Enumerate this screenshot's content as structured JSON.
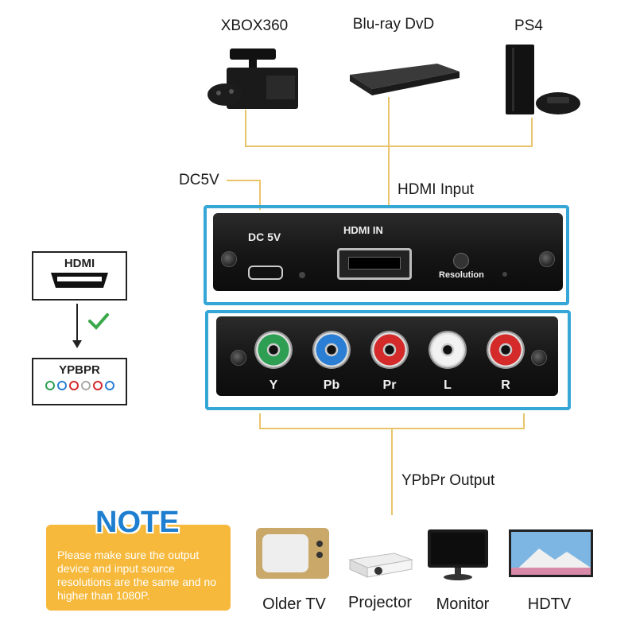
{
  "sources": [
    {
      "label": "XBOX360"
    },
    {
      "label": "Blu-ray DvD"
    },
    {
      "label": "PS4"
    }
  ],
  "power_label": "DC5V",
  "input_label": "HDMI Input",
  "front_panel": {
    "dc_text": "DC 5V",
    "hdmi_text": "HDMI IN",
    "resolution_text": "Resolution"
  },
  "rca_ports": [
    {
      "label": "Y",
      "color": "#2e9e53"
    },
    {
      "label": "Pb",
      "color": "#2a7fd4"
    },
    {
      "label": "Pr",
      "color": "#d42a2a"
    },
    {
      "label": "L",
      "color": "#f2f2f2"
    },
    {
      "label": "R",
      "color": "#d42a2a"
    }
  ],
  "output_label": "YPbPr Output",
  "side": {
    "top_label": "HDMI",
    "bottom_label": "YPBPR",
    "check_icon": "check-icon",
    "arrow_icon": "arrow-down-icon"
  },
  "note": {
    "title": "NOTE",
    "body": "Please make sure the output device and input source resolutions are the same and no higher than 1080P."
  },
  "outputs": [
    {
      "label": "Older TV"
    },
    {
      "label": "Projector"
    },
    {
      "label": "Monitor"
    },
    {
      "label": "HDTV"
    }
  ],
  "colors": {
    "accent_blue": "#36a6d6",
    "line_gold": "#e9c46a",
    "note_bg": "#f6b93b",
    "note_title": "#1e7fd1"
  }
}
